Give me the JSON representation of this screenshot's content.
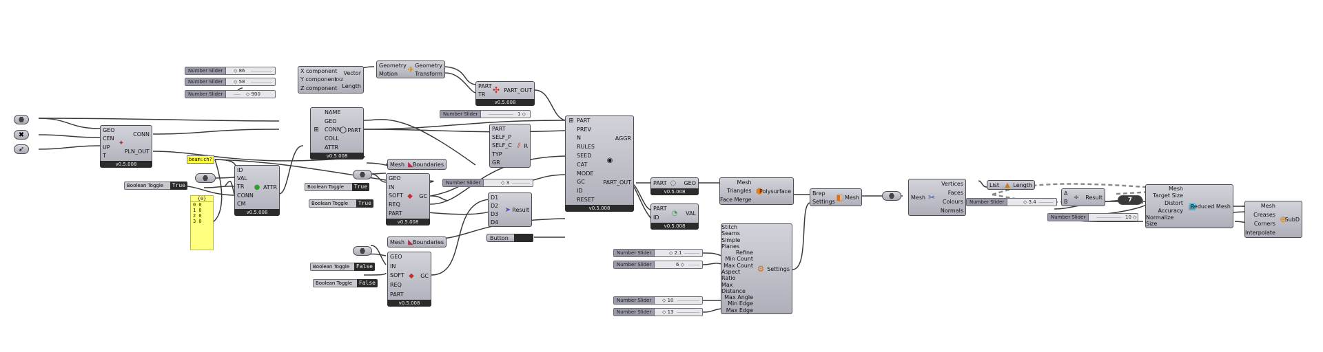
{
  "colors": {
    "canvas": "#ffffff",
    "component": "#b9bac3",
    "footer": "#2b2b2b",
    "panel": "#ffff80",
    "toggle_value": "#2a2a2a"
  },
  "sliders": {
    "s1": {
      "label": "Number Slider",
      "value": "◇ 86"
    },
    "s2": {
      "label": "Number Slider",
      "value": "◇ 58"
    },
    "s3": {
      "label": "Number Slider",
      "value": "◇ 900"
    },
    "s4": {
      "label": "Number Slider",
      "value": "1 ◇"
    },
    "s5": {
      "label": "Number Slider",
      "value": "◇ 3"
    },
    "s6": {
      "label": "Number Slider",
      "value": "◇ 2.1"
    },
    "s7": {
      "label": "Number Slider",
      "value": "6 ◇"
    },
    "s8": {
      "label": "Number Slider",
      "value": "◇ 10"
    },
    "s9": {
      "label": "Number Slider",
      "value": "◇ 13"
    },
    "s10": {
      "label": "Number Slider",
      "value": "◇ 3.4"
    },
    "s11": {
      "label": "Number Slider",
      "value": "10 ◇"
    }
  },
  "toggles": {
    "t1": {
      "label": "Boolean Toggle",
      "value": "True"
    },
    "t2": {
      "label": "Boolean Toggle",
      "value": "True"
    },
    "t3": {
      "label": "Boolean Toggle",
      "value": "True"
    },
    "t4": {
      "label": "Boolean Toggle",
      "value": "False"
    },
    "t5": {
      "label": "Boolean Toggle",
      "value": "False"
    }
  },
  "vector": {
    "in": [
      "X component",
      "Y component",
      "Z component"
    ],
    "out": [
      "Vector",
      "Length"
    ],
    "center": "XYZ"
  },
  "move": {
    "in": [
      "Geometry",
      "Motion"
    ],
    "out": [
      "Geometry",
      "Transform"
    ]
  },
  "part_tr": {
    "in": [
      "PART",
      "TR"
    ],
    "out": [
      "PART_OUT"
    ],
    "footer": "v0.5.008"
  },
  "conn": {
    "in": [
      "GEO",
      "CEN",
      "UP",
      "T"
    ],
    "out": [
      "CONN",
      "PLN_OUT"
    ],
    "footer": "v0.5.008"
  },
  "part": {
    "in": [
      "NAME",
      "GEO",
      "CONN",
      "COLL",
      "ATTR"
    ],
    "out": [
      "PART"
    ],
    "footer": "v0.5.008"
  },
  "attr": {
    "in": [
      "ID",
      "VAL",
      "TR",
      "CONN",
      "CM"
    ],
    "out": [
      "ATTR"
    ],
    "footer": "v0.5.008"
  },
  "rules": {
    "in": [
      "PART",
      "SELF_P",
      "SELF_C",
      "TYP",
      "GR"
    ],
    "out": [
      "R"
    ]
  },
  "gc1": {
    "in": [
      "GEO",
      "IN",
      "SOFT",
      "REQ",
      "PART"
    ],
    "out": [
      "GC"
    ],
    "footer": "v0.5.008"
  },
  "gc2": {
    "in": [
      "GEO",
      "IN",
      "SOFT",
      "REQ",
      "PART"
    ],
    "out": [
      "GC"
    ],
    "footer": "v0.5.008"
  },
  "result": {
    "in": [
      "D1",
      "D2",
      "D3",
      "D4"
    ],
    "out": [
      "Result"
    ]
  },
  "button": {
    "label": "Button"
  },
  "mesh_bound1": {
    "in": [
      "Mesh"
    ],
    "out": [
      "Boundaries"
    ]
  },
  "mesh_bound2": {
    "in": [
      "Mesh"
    ],
    "out": [
      "Boundaries"
    ]
  },
  "aggr": {
    "in": [
      "PART",
      "PREV",
      "N",
      "RULES",
      "SEED",
      "CAT",
      "MODE",
      "GC",
      "ID",
      "RESET"
    ],
    "out": [
      "AGGR",
      "PART_OUT"
    ],
    "footer": "v0.5.008"
  },
  "part_geo": {
    "in": [
      "PART"
    ],
    "out": [
      "GEO"
    ],
    "footer": "v0.5.008"
  },
  "part_id": {
    "in": [
      "PART",
      "ID"
    ],
    "out": [
      "VAL"
    ],
    "footer": "v0.5.008"
  },
  "polysurf": {
    "in": [
      "Mesh",
      "Triangles",
      "Face Merge"
    ],
    "out": [
      "Polysurface"
    ]
  },
  "settings": {
    "in": [
      "Stitch Seams",
      "Simple Planes",
      "Refine",
      "Min Count",
      "Max Count",
      "Aspect Ratio",
      "Max Distance",
      "Max Angle",
      "Min Edge",
      "Max Edge"
    ],
    "out": [
      "Settings"
    ]
  },
  "brep_mesh": {
    "in": [
      "Brep",
      "Settings"
    ],
    "out": [
      "Mesh"
    ]
  },
  "deconstruct": {
    "in": [
      "Mesh"
    ],
    "out": [
      "Vertices",
      "Faces",
      "Colours",
      "Normals"
    ]
  },
  "list_len": {
    "in": [
      "List"
    ],
    "out": [
      "Length"
    ]
  },
  "divide": {
    "in": [
      "A",
      "B"
    ],
    "out": [
      "Result"
    ]
  },
  "number_param": {
    "value": "7"
  },
  "reduce": {
    "in": [
      "Mesh",
      "Target Size",
      "Distort",
      "Accuracy",
      "Normalize Size"
    ],
    "out": [
      "Reduced Mesh"
    ]
  },
  "subd": {
    "in": [
      "Mesh",
      "Creases",
      "Corners",
      "Interpolate"
    ],
    "out": [
      "SubD"
    ]
  },
  "label_beam": {
    "text": "beam:ch?"
  },
  "panel_list": {
    "header": "{0}",
    "rows": [
      "0  0",
      "1  0",
      "2  0",
      "3  0"
    ]
  }
}
